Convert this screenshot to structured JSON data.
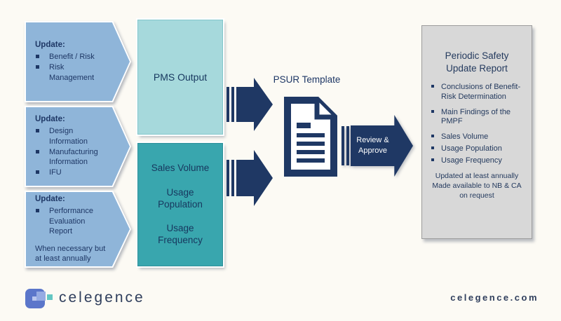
{
  "colors": {
    "background": "#fcfaf4",
    "chevron_blue": "#8fb5d9",
    "teal_light": "#a6d9dc",
    "teal_dark": "#39a6ae",
    "navy": "#1f3864",
    "gray_box": "#d8d8d8",
    "logo_blue": "#5b76ca",
    "logo_light_blue": "#96abe3",
    "logo_teal": "#63c6c2"
  },
  "update_arrows": [
    {
      "title": "Update:",
      "bullets": [
        "Benefit / Risk",
        "Risk Management"
      ],
      "note": ""
    },
    {
      "title": "Update:",
      "bullets": [
        "Design Information",
        "Manufacturing Information",
        "IFU"
      ],
      "note": ""
    },
    {
      "title": "Update:",
      "bullets": [
        "Performance Evaluation Report"
      ],
      "note": "When necessary but at least annually"
    }
  ],
  "pms_box": {
    "label": "PMS Output"
  },
  "sales_box": {
    "lines": [
      "Sales Volume",
      "Usage Population",
      "Usage Frequency"
    ]
  },
  "psur": {
    "label": "PSUR Template"
  },
  "review_arrow": {
    "line1": "Review &",
    "line2": "Approve"
  },
  "report_box": {
    "title": "Periodic Safety Update Report",
    "bullets": [
      "Conclusions of Benefit-Risk Determination",
      "Main Findings of the PMPF",
      "Sales Volume",
      "Usage Population",
      "Usage Frequency"
    ],
    "footer_line1": "Updated at least annually",
    "footer_line2": "Made available to NB & CA on request"
  },
  "footer": {
    "brand": "celegence",
    "website": "celegence.com"
  }
}
